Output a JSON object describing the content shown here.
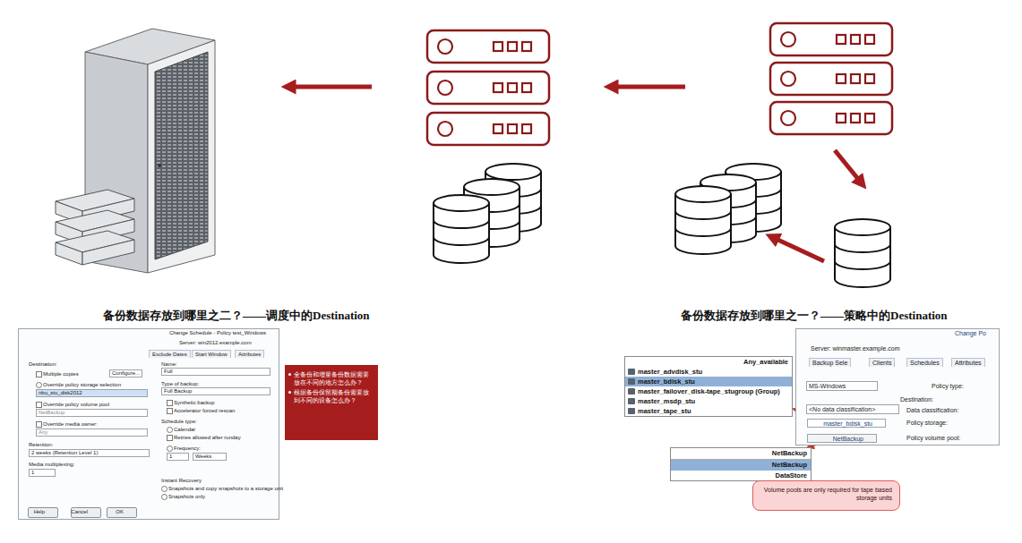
{
  "diagram": {
    "nodes": [
      {
        "text": [
          "Change Schedule - Policy test_Windows"
        ]
      },
      {
        "text": [
          "OK"
        ],
        "in": 0
      },
      {
        "text": [
          "Cancel"
        ],
        "in": 0
      },
      {
        "text": [
          "Help"
        ],
        "in": 0
      },
      {
        "text": [
          "全备份和增量备份数据需要放在不同的地方怎么办？",
          "根据备份保留期备份需要放到不同的设备怎么办？"
        ]
      },
      {
        "text": [
          "Change Po"
        ]
      },
      {
        "text": [
          "master_bdisk_stu"
        ],
        "in": 5
      },
      {
        "text": [
          "NetBackup"
        ],
        "in": 5
      },
      {
        "text": [
          "Any_available",
          "master_advdisk_stu",
          "master_bdisk_stu",
          "master_failover_disk-tape_stugroup (Group)",
          "master_msdp_stu",
          "master_tape_stu"
        ]
      },
      {
        "text": [
          "NetBackup",
          "NetBackup",
          "DataStore"
        ]
      },
      {
        "text": [
          "Volume pools are only required for tape based storage units"
        ]
      }
    ],
    "edges": [
      {
        "from": 6,
        "to": 8,
        "arrow": "to"
      },
      {
        "from": 7,
        "to": 9,
        "arrow": "to"
      }
    ],
    "labels": [
      "备份数据存放到哪里之二？——调度中的Destination",
      "备份数据存放到哪里之一？——策略中的Destination",
      "Server: win2012.example.com",
      "Attributes",
      "Start Window",
      "Exclude Dates",
      "Destination:",
      "Multiple copies",
      "Configure...",
      "Override policy storage selection",
      "nbu_stu_disk2012",
      "Override policy volume pool",
      "NetBackup",
      "Override media owner:",
      "Any",
      "Retention:",
      "2 weeks (Retention Level 1)",
      "Media multiplexing:",
      "1",
      "Instant Recovery",
      "Snapshots and copy snapshots to a storage unit",
      "Snapshots only",
      "Name:",
      "Full",
      "Type of backup:",
      "Full Backup",
      "Synthetic backup",
      "Accelerator forced rescan",
      "Schedule type:",
      "Calendar",
      "Retries allowed after runday",
      "Frequency:",
      "1",
      "Weeks",
      "Server: winmaster.example.com",
      "Attributes",
      "Schedules",
      "Clients",
      "Backup Sele",
      "Policy type:",
      "MS-Windows",
      "Destination:",
      "Data classification:",
      "<No data classification>",
      "Policy storage:",
      "Policy volume pool:"
    ]
  }
}
